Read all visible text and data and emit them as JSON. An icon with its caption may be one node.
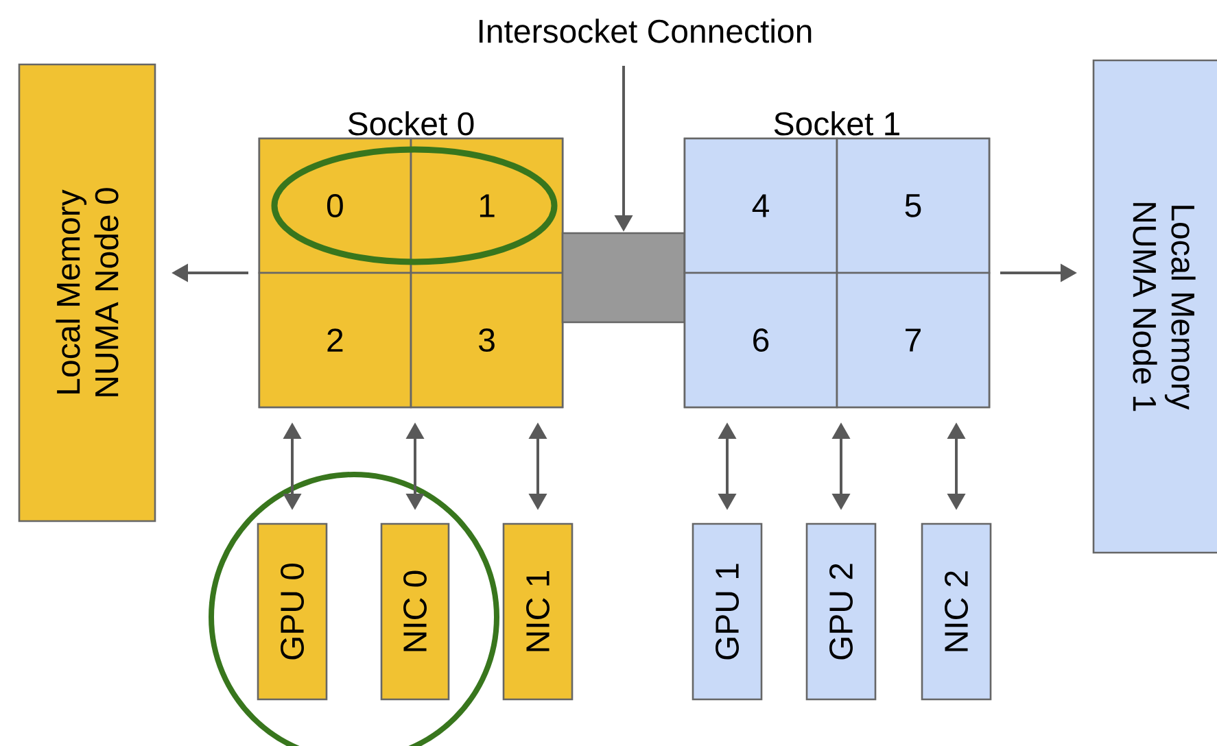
{
  "diagram": {
    "nodes": [
      {
        "text": [
          "Local Memory NUMA Node 0"
        ]
      },
      {
        "text": [
          "Socket 0"
        ]
      },
      {
        "text": [
          "0"
        ],
        "in": 1
      },
      {
        "text": [
          "1"
        ],
        "in": 1
      },
      {
        "text": [
          "2"
        ],
        "in": 1
      },
      {
        "text": [
          "3"
        ],
        "in": 1
      },
      {
        "text": [
          "Intersocket Connection"
        ]
      },
      {
        "text": [],
        "shape": "box"
      },
      {
        "text": [
          "Socket 1"
        ]
      },
      {
        "text": [
          "4"
        ],
        "in": 8
      },
      {
        "text": [
          "5"
        ],
        "in": 8
      },
      {
        "text": [
          "6"
        ],
        "in": 8
      },
      {
        "text": [
          "7"
        ],
        "in": 8
      },
      {
        "text": [
          "Local Memory NUMA Node 1"
        ]
      },
      {
        "text": [
          "GPU 0"
        ]
      },
      {
        "text": [
          "NIC 0"
        ]
      },
      {
        "text": [
          "NIC 1"
        ]
      },
      {
        "text": [
          "GPU 1"
        ]
      },
      {
        "text": [
          "GPU 2"
        ]
      },
      {
        "text": [
          "NIC 2"
        ]
      }
    ],
    "edges": [
      {
        "from": 1,
        "to": 0,
        "arrow": "to"
      },
      {
        "from": 6,
        "to": 7,
        "arrow": "to"
      },
      {
        "from": 8,
        "to": 13,
        "arrow": "to"
      },
      {
        "from": 1,
        "to": 14,
        "arrow": "both"
      },
      {
        "from": 1,
        "to": 15,
        "arrow": "both"
      },
      {
        "from": 1,
        "to": 16,
        "arrow": "both"
      },
      {
        "from": 8,
        "to": 17,
        "arrow": "both"
      },
      {
        "from": 8,
        "to": 18,
        "arrow": "both"
      },
      {
        "from": 8,
        "to": 19,
        "arrow": "both"
      }
    ]
  }
}
